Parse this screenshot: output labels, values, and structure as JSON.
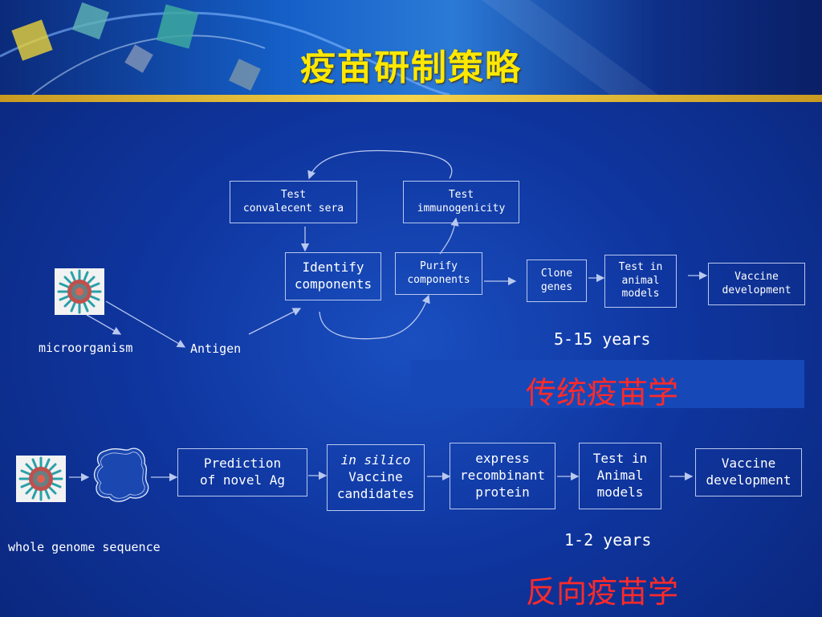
{
  "title": "疫苗研制策略",
  "traditional": {
    "microorganism": "microorganism",
    "antigen": "Antigen",
    "test_sera": [
      "Test",
      "convalecent sera"
    ],
    "test_immuno": [
      "Test",
      "immunogenicity"
    ],
    "identify": [
      "Identify",
      "components"
    ],
    "purify": [
      "Purify",
      "components"
    ],
    "clone": [
      "Clone",
      "genes"
    ],
    "animal": [
      "Test in",
      "animal",
      "models"
    ],
    "vaccine": [
      "Vaccine",
      "development"
    ],
    "years": "5-15 years",
    "label_cn": "传统疫苗学"
  },
  "reverse": {
    "genome": "whole genome sequence",
    "prediction": [
      "Prediction",
      "of novel Ag"
    ],
    "silico": [
      "in silico",
      "Vaccine",
      "candidates"
    ],
    "express": [
      "express",
      "recombinant",
      "protein"
    ],
    "animal": [
      "Test in",
      "Animal",
      "models"
    ],
    "vaccine": [
      "Vaccine",
      "development"
    ],
    "years": "1-2 years",
    "label_cn": "反向疫苗学"
  },
  "colors": {
    "title": "#ffe800",
    "cn_label": "#ff2a2a",
    "background": "#1545b0",
    "header_bar": "#f5d34a"
  }
}
